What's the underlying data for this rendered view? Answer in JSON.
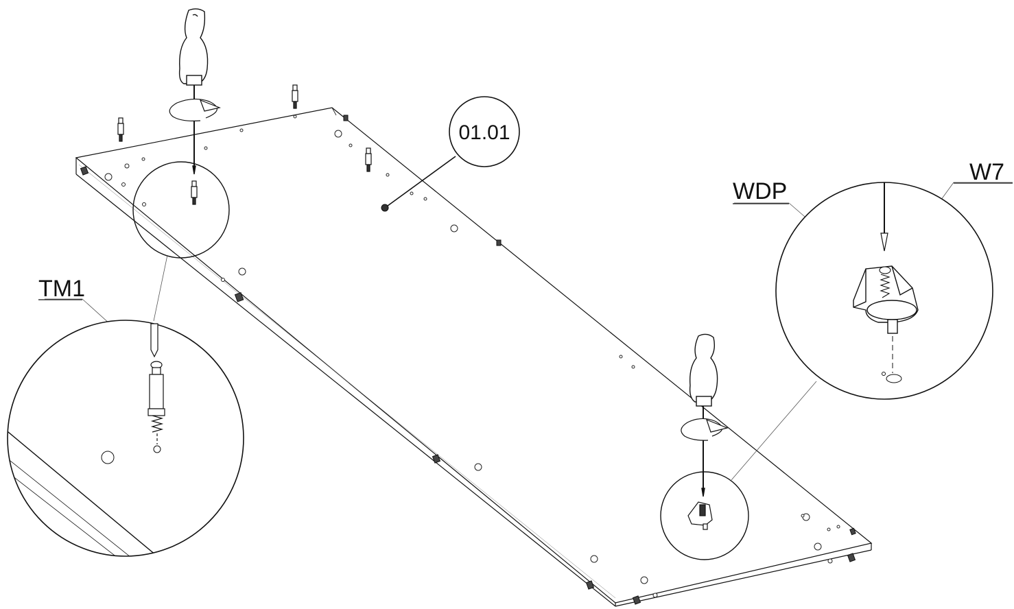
{
  "callouts": {
    "panel_id": "01.01",
    "tm1": "TM1",
    "wdp": "WDP",
    "w7": "W7"
  },
  "colors": {
    "ink": "#111111",
    "paper": "#ffffff",
    "thin": "#555555"
  },
  "icons": {
    "screwdriver": "screwdriver-icon",
    "rotation_arrow": "rotation-arrow-icon",
    "cam_bolt": "cam-bolt-icon",
    "bracket": "wall-bracket-icon",
    "screw": "screw-icon"
  }
}
